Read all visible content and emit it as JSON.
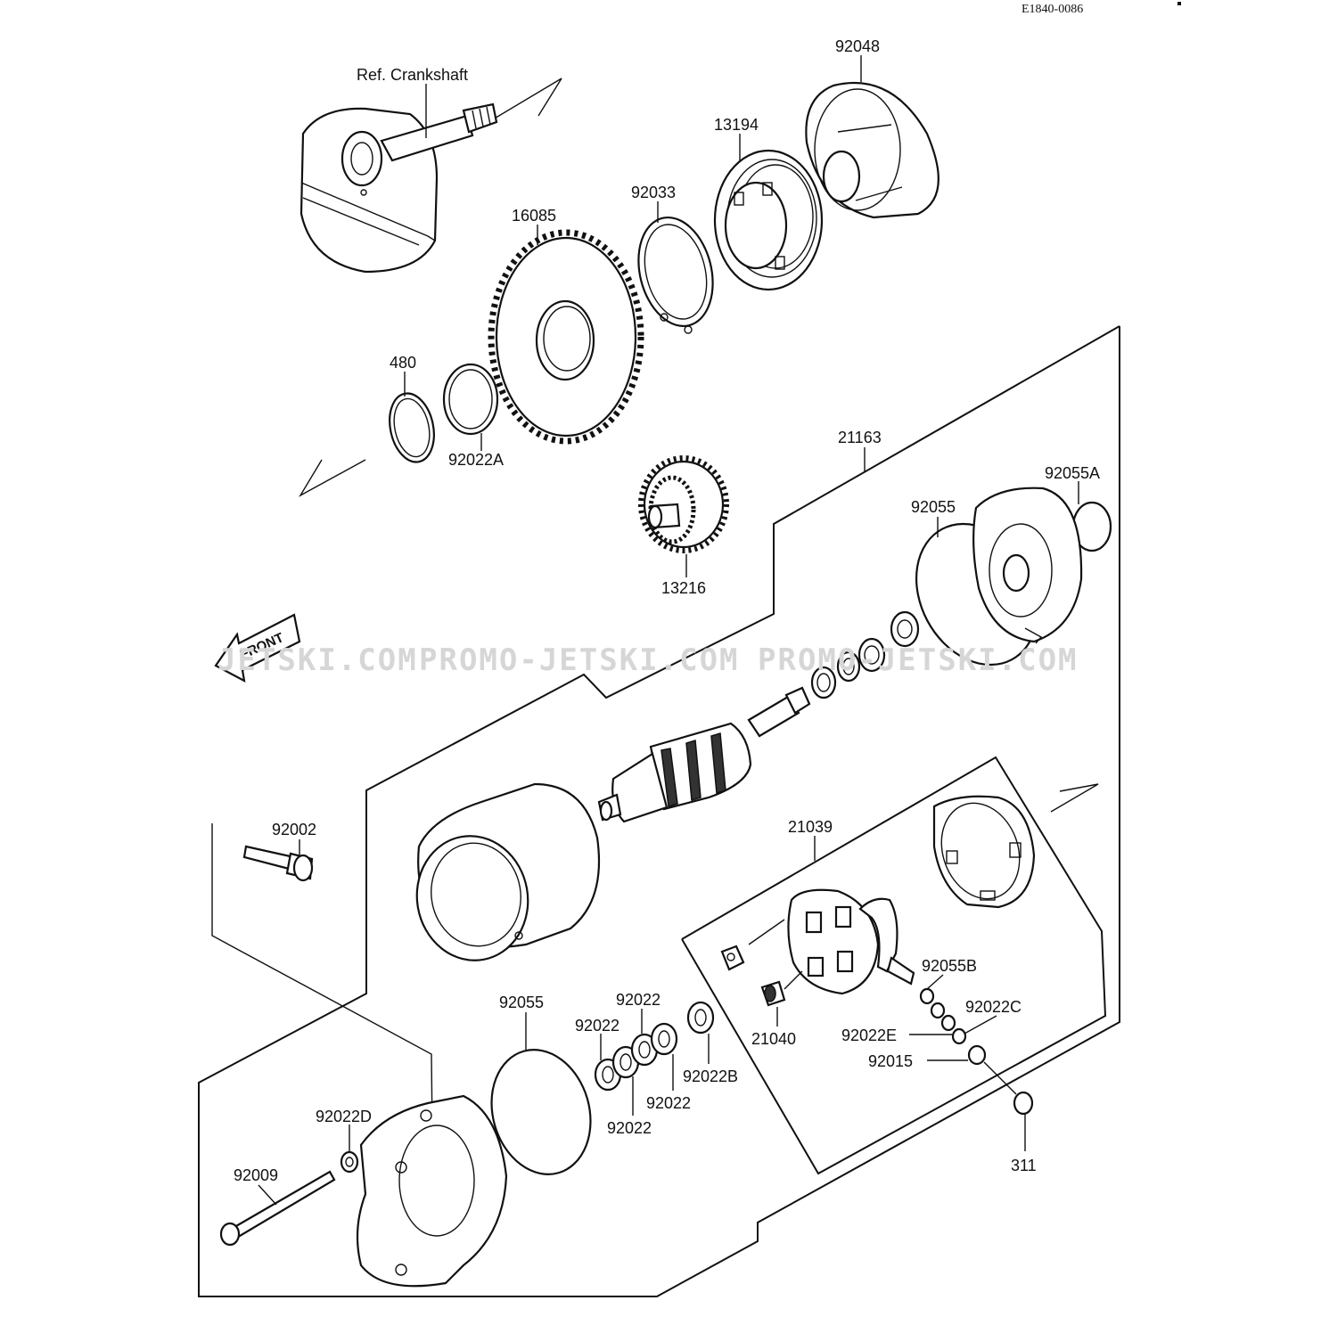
{
  "drawing_code": "E1840-0086",
  "front_arrow_label": "FRONT",
  "watermark": [
    "JETSKI.COM",
    "PROMO-JETSKI.COM",
    "PROMO-JETSKI.COM"
  ],
  "parts": [
    {
      "key": "ref-crankshaft",
      "label": "Ref. Crankshaft"
    },
    {
      "key": "92048",
      "label": "92048"
    },
    {
      "key": "13194",
      "label": "13194"
    },
    {
      "key": "92033",
      "label": "92033"
    },
    {
      "key": "16085",
      "label": "16085"
    },
    {
      "key": "480",
      "label": "480"
    },
    {
      "key": "92022A",
      "label": "92022A"
    },
    {
      "key": "21163",
      "label": "21163"
    },
    {
      "key": "92055A",
      "label": "92055A"
    },
    {
      "key": "92055-top",
      "label": "92055"
    },
    {
      "key": "13216",
      "label": "13216"
    },
    {
      "key": "92002",
      "label": "92002"
    },
    {
      "key": "21039",
      "label": "21039"
    },
    {
      "key": "92055B",
      "label": "92055B"
    },
    {
      "key": "92022C",
      "label": "92022C"
    },
    {
      "key": "92022E",
      "label": "92022E"
    },
    {
      "key": "92015",
      "label": "92015"
    },
    {
      "key": "21040",
      "label": "21040"
    },
    {
      "key": "92055-bottom",
      "label": "92055"
    },
    {
      "key": "92022-a",
      "label": "92022"
    },
    {
      "key": "92022-b",
      "label": "92022"
    },
    {
      "key": "92022B",
      "label": "92022B"
    },
    {
      "key": "92022-c",
      "label": "92022"
    },
    {
      "key": "92022-d",
      "label": "92022"
    },
    {
      "key": "92022D",
      "label": "92022D"
    },
    {
      "key": "92009",
      "label": "92009"
    },
    {
      "key": "311",
      "label": "311"
    }
  ]
}
